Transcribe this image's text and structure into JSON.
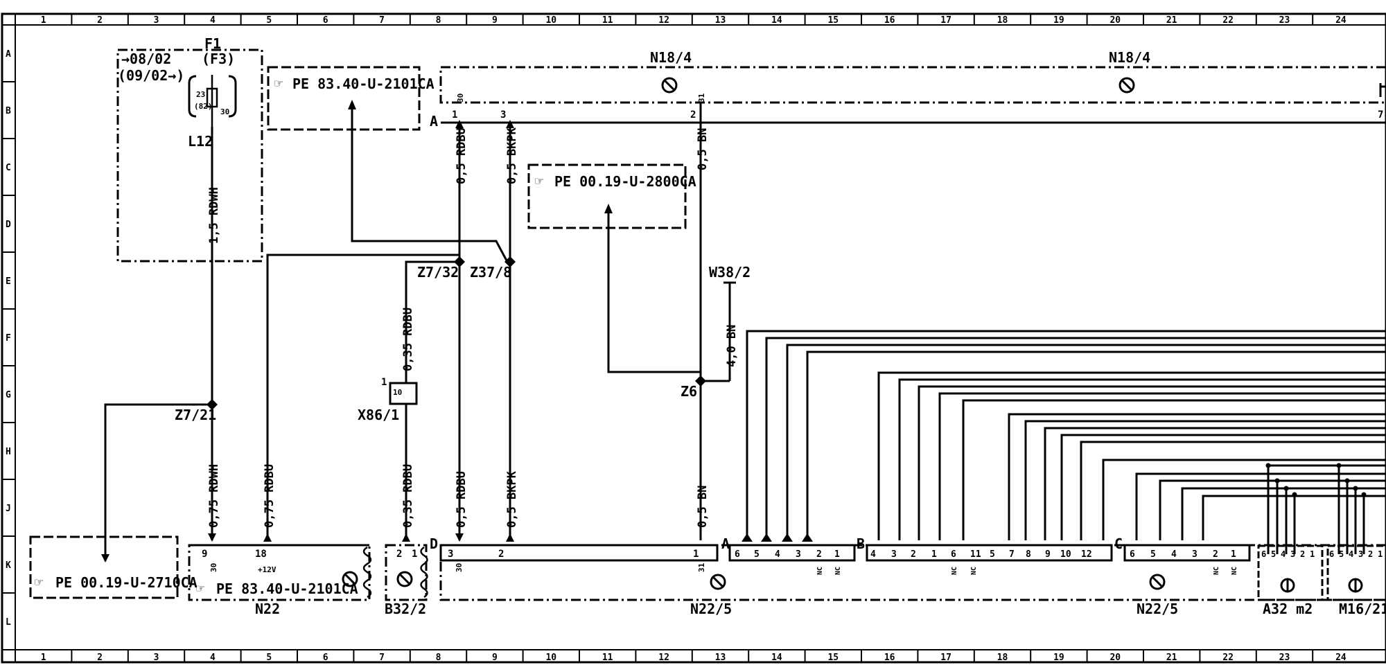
{
  "diagram": {
    "columns": [
      "1",
      "2",
      "3",
      "4",
      "5",
      "6",
      "7",
      "8",
      "9",
      "10",
      "11",
      "12",
      "13",
      "14",
      "15",
      "16",
      "17",
      "18",
      "19",
      "20",
      "21",
      "22",
      "23",
      "24"
    ],
    "rows": [
      "A",
      "B",
      "C",
      "D",
      "E",
      "F",
      "G",
      "H",
      "J",
      "K",
      "L"
    ],
    "references": {
      "ref_top_left": "PE 83.40-U-2101CA",
      "ref_mid": "PE 00.19-U-2800CA",
      "ref_bottom_left": "PE 00.19-U-2710CA",
      "ref_n22": "PE 83.40-U-2101CA"
    },
    "fuse_box": {
      "date_from": "→08/02",
      "date_to": "(09/02→)",
      "name": "F1",
      "alt_name": "(F3)",
      "fuse_id": "L12",
      "pin_top": "23",
      "pin_alt": "(82)",
      "amp": "30"
    },
    "components": {
      "n18_4_left": "N18/4",
      "n18_4_right": "N18/4",
      "n22": "N22",
      "b32_2": "B32/2",
      "n22_5_left": "N22/5",
      "n22_5_right": "N22/5",
      "a32": "A32 m2",
      "m16_21": "M16/21",
      "x86_1": "X86/1",
      "w38_2": "W38/2"
    },
    "splices": {
      "z7_21": "Z7/21",
      "z7_32": "Z7/32",
      "z37_8": "Z37/8",
      "z6": "Z6"
    },
    "wires": {
      "w_15_rdwh": "1,5 RDWH",
      "w_075_rdwh": "0,75 RDWH",
      "w_075_rdbu": "0,75 RDBU",
      "w_035_rdbu_top": "0,35 RDBU",
      "w_035_rdbu_bot": "0,35 RDBU",
      "w_05_rdbu_top": "0,5 RDBU",
      "w_05_rdbu_bot": "0,5 RDBU",
      "w_05_bkpk_top": "0,5 BKPK",
      "w_05_bkpk_bot": "0,5 BKPK",
      "w_05_bn_top": "0,5 BN",
      "w_05_bn_bot": "0,5 BN",
      "w_40_bn": "4,0 BN"
    },
    "pins": {
      "n18_a": "A",
      "n18_p1": "1",
      "n18_p3": "3",
      "n18_p2": "2",
      "n18_p7": "7",
      "n18_t30": "30",
      "n18_t31": "31",
      "n22_p9": "9",
      "n22_p18": "18",
      "n22_12v": "+12V",
      "n22_30": "30",
      "b32_p2": "2",
      "b32_p1": "1",
      "x86_10": "10",
      "x86_1": "1",
      "n225_d": "D",
      "n225_p3": "3",
      "n225_p2": "2",
      "n225_p1": "1",
      "n225_30": "30",
      "n225_31": "31",
      "n225_a": "A",
      "n225_b": "B",
      "n225_c": "C",
      "nc": "NC"
    },
    "a_pins": [
      "6",
      "5",
      "4",
      "3",
      "2",
      "1"
    ],
    "b_pins": [
      "4",
      "3",
      "2",
      "1",
      "6",
      "11",
      "5",
      "7",
      "8",
      "9",
      "10",
      "12"
    ],
    "c_pins": [
      "6",
      "5",
      "4",
      "3",
      "2",
      "1"
    ],
    "a32_pins": [
      "6",
      "5",
      "4",
      "3",
      "2",
      "1"
    ],
    "m16_pins": [
      "6",
      "5",
      "4",
      "3",
      "2",
      "1"
    ]
  }
}
